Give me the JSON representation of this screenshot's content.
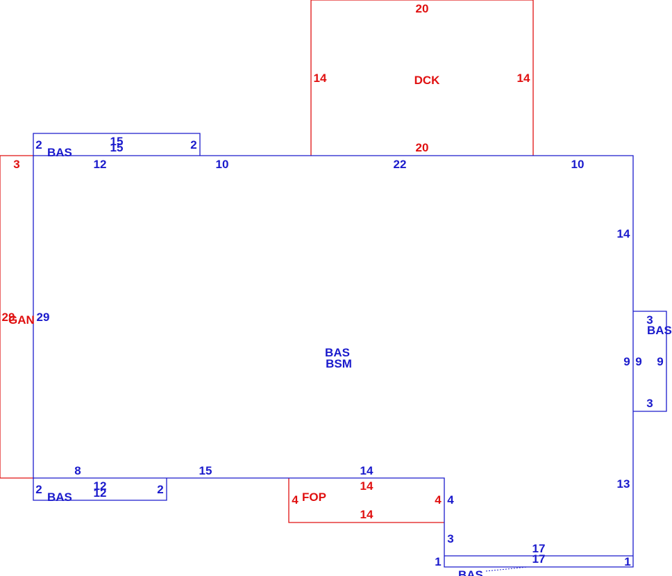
{
  "colors": {
    "blue": "#1a1acc",
    "red": "#e01010",
    "background": "#ffffff"
  },
  "areas": {
    "main": {
      "codes": [
        "BAS",
        "BSM"
      ]
    },
    "deck": {
      "code": "DCK"
    },
    "garage": {
      "code": "GAN"
    },
    "porch": {
      "code": "FOP"
    },
    "bump_top": {
      "code": "BAS"
    },
    "bump_bottom_left": {
      "code": "BAS"
    },
    "bump_right": {
      "code": "BAS"
    },
    "bump_bottom_right": {
      "code": "BAS"
    }
  },
  "dimensions": {
    "deck": {
      "top": "20",
      "bottom": "20",
      "left": "14",
      "right": "14"
    },
    "main": {
      "top_a": "12",
      "top_b": "10",
      "top_c": "22",
      "top_d": "10",
      "right_a": "14",
      "right_b": "9",
      "right_c": "13",
      "left": "29",
      "bottom_a": "8",
      "bottom_b": "15",
      "bottom_c": "14",
      "step_v": "4",
      "step_v2": "3",
      "bottom_d": "17"
    },
    "bump_top": {
      "top_a": "15",
      "top_b": "15",
      "left": "2",
      "right": "2"
    },
    "garage": {
      "top": "3",
      "left": "29"
    },
    "bump_bottom_left": {
      "top_a": "12",
      "top_b": "12",
      "left": "2",
      "right": "2"
    },
    "porch": {
      "top": "14",
      "bottom": "14",
      "left": "4",
      "right": "4"
    },
    "bump_right": {
      "top": "3",
      "bottom": "3",
      "left": "9",
      "right": "9"
    },
    "bump_bottom_right": {
      "top": "17",
      "left": "1",
      "right": "1"
    }
  }
}
